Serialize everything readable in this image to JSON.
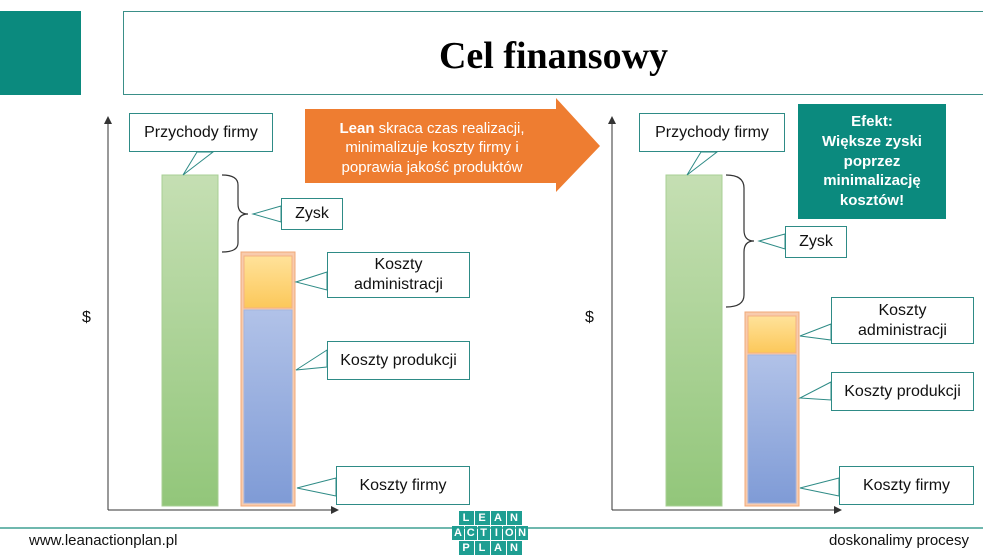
{
  "slide": {
    "title": "Cel finansowy",
    "currency_symbol": "$"
  },
  "arrow_message": {
    "bold_word": "Lean",
    "line1_rest": " skraca czas realizacji,",
    "line2": "minimalizuje koszty firmy i",
    "line3": "poprawia jakość produktów",
    "color": "#ee7d31"
  },
  "effect_box": {
    "lines": [
      "Efekt:",
      "Większe zyski",
      "poprzez",
      "minimalizację",
      "kosztów!"
    ],
    "color": "#0b8a7e"
  },
  "left_diagram": {
    "labels": {
      "revenue": "Przychody firmy",
      "profit": "Zysk",
      "admin_costs_l1": "Koszty",
      "admin_costs_l2": "administracji",
      "production_costs": "Koszty produkcji",
      "total_costs": "Koszty firmy"
    },
    "values": {
      "revenue": 100,
      "admin_costs": 17,
      "production_costs": 60
    }
  },
  "right_diagram": {
    "labels": {
      "revenue": "Przychody firmy",
      "profit": "Zysk",
      "admin_costs_l1": "Koszty",
      "admin_costs_l2": "administracji",
      "production_costs": "Koszty produkcji",
      "total_costs": "Koszty firmy"
    },
    "values": {
      "revenue": 100,
      "admin_costs": 12,
      "production_costs": 45
    }
  },
  "colors": {
    "revenue_bar": "#a9d18e",
    "admin_bar": "#ffd966",
    "production_bar": "#8faadc",
    "cost_frame": "#f4b183",
    "accent_teal": "#0b8a7e"
  },
  "footer": {
    "website": "www.leanactionplan.pl",
    "tagline": "doskonalimy procesy",
    "logo_rows": [
      "LEAN",
      "ACTION",
      "PLAN"
    ]
  }
}
